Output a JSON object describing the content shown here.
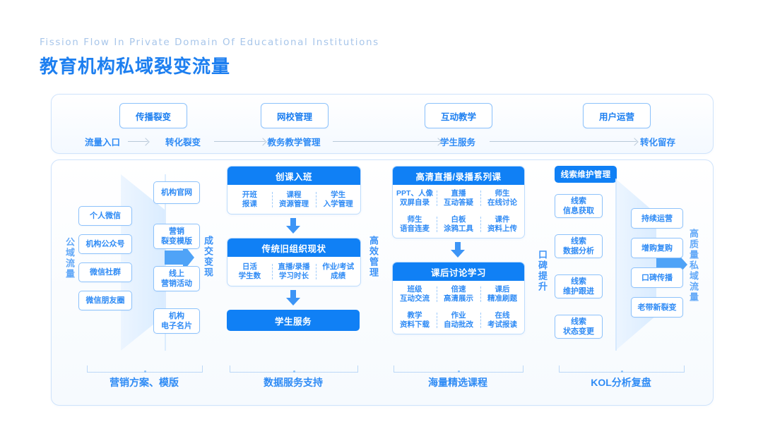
{
  "header": {
    "subtitle_en": "Fission Flow In Private Domain Of Educational Institutions",
    "title_cn": "教育机构私域裂变流量"
  },
  "top_panel": {
    "chips": [
      {
        "label": "传播裂变"
      },
      {
        "label": "网校管理"
      },
      {
        "label": "互动教学"
      },
      {
        "label": "用户运营"
      }
    ],
    "stages": [
      {
        "label": "流量入口"
      },
      {
        "label": "转化裂变"
      },
      {
        "label": "教务教学管理"
      },
      {
        "label": "学生服务"
      },
      {
        "label": "转化留存"
      }
    ]
  },
  "main": {
    "vertical_labels": {
      "left": "公域流量",
      "between_1_2": "成交变现",
      "between_2_3": "高效管理",
      "between_3_4": "口碑提升",
      "right": "高质量私域流量"
    },
    "col1": {
      "sources": [
        {
          "line1": "个人微信"
        },
        {
          "line1": "机构公众号"
        },
        {
          "line1": "微信社群"
        },
        {
          "line1": "微信朋友圈"
        }
      ],
      "targets": [
        {
          "line1": "机构官网",
          "line2": ""
        },
        {
          "line1": "营销",
          "line2": "裂变模版"
        },
        {
          "line1": "线上",
          "line2": "营销活动"
        },
        {
          "line1": "机构",
          "line2": "电子名片"
        }
      ],
      "caption": "营销方案、模版"
    },
    "col2": {
      "cards": [
        {
          "title": "创课入班",
          "rows": [
            [
              {
                "line1": "开班",
                "line2": "报课"
              },
              {
                "line1": "课程",
                "line2": "资源管理"
              },
              {
                "line1": "学生",
                "line2": "入学管理"
              }
            ]
          ]
        },
        {
          "title": "传统旧组织现状",
          "rows": [
            [
              {
                "line1": "日活",
                "line2": "学生数"
              },
              {
                "line1": "直播/录播",
                "line2": "学习时长"
              },
              {
                "line1": "作业/考试",
                "line2": "成绩"
              }
            ]
          ]
        }
      ],
      "bar": "学生服务",
      "caption": "数据服务支持"
    },
    "col3": {
      "cards": [
        {
          "title": "高清直播/录播系列课",
          "rows": [
            [
              {
                "line1": "PPT、人像",
                "line2": "双屏自录"
              },
              {
                "line1": "直播",
                "line2": "互动答疑"
              },
              {
                "line1": "师生",
                "line2": "在线讨论"
              }
            ],
            [
              {
                "line1": "师生",
                "line2": "语音连麦"
              },
              {
                "line1": "白板",
                "line2": "涂鸦工具"
              },
              {
                "line1": "课件",
                "line2": "资料上传"
              }
            ]
          ]
        },
        {
          "title": "课后讨论学习",
          "rows": [
            [
              {
                "line1": "班级",
                "line2": "互动交流"
              },
              {
                "line1": "倍速",
                "line2": "高清展示"
              },
              {
                "line1": "课后",
                "line2": "精准刷题"
              }
            ],
            [
              {
                "line1": "教学",
                "line2": "资料下载"
              },
              {
                "line1": "作业",
                "line2": "自动批改"
              },
              {
                "line1": "在线",
                "line2": "考试报读"
              }
            ]
          ]
        }
      ],
      "caption": "海量精选课程"
    },
    "col4": {
      "pill": "线索维护管理",
      "sources": [
        {
          "line1": "线索",
          "line2": "信息获取"
        },
        {
          "line1": "线索",
          "line2": "数据分析"
        },
        {
          "line1": "线索",
          "line2": "维护跟进"
        },
        {
          "line1": "线索",
          "line2": "状态变更"
        }
      ],
      "targets": [
        {
          "line1": "持续运营",
          "line2": ""
        },
        {
          "line1": "增购复购",
          "line2": ""
        },
        {
          "line1": "口碑传播",
          "line2": ""
        },
        {
          "line1": "老带新裂变",
          "line2": ""
        }
      ],
      "caption": "KOL分析复盘"
    }
  },
  "colors": {
    "primary": "#1080f5",
    "accent_text": "#2f8bf5",
    "border": "#8dc2fb",
    "panel_border": "#cfe3fb",
    "subtitle": "#a8c6ea"
  }
}
